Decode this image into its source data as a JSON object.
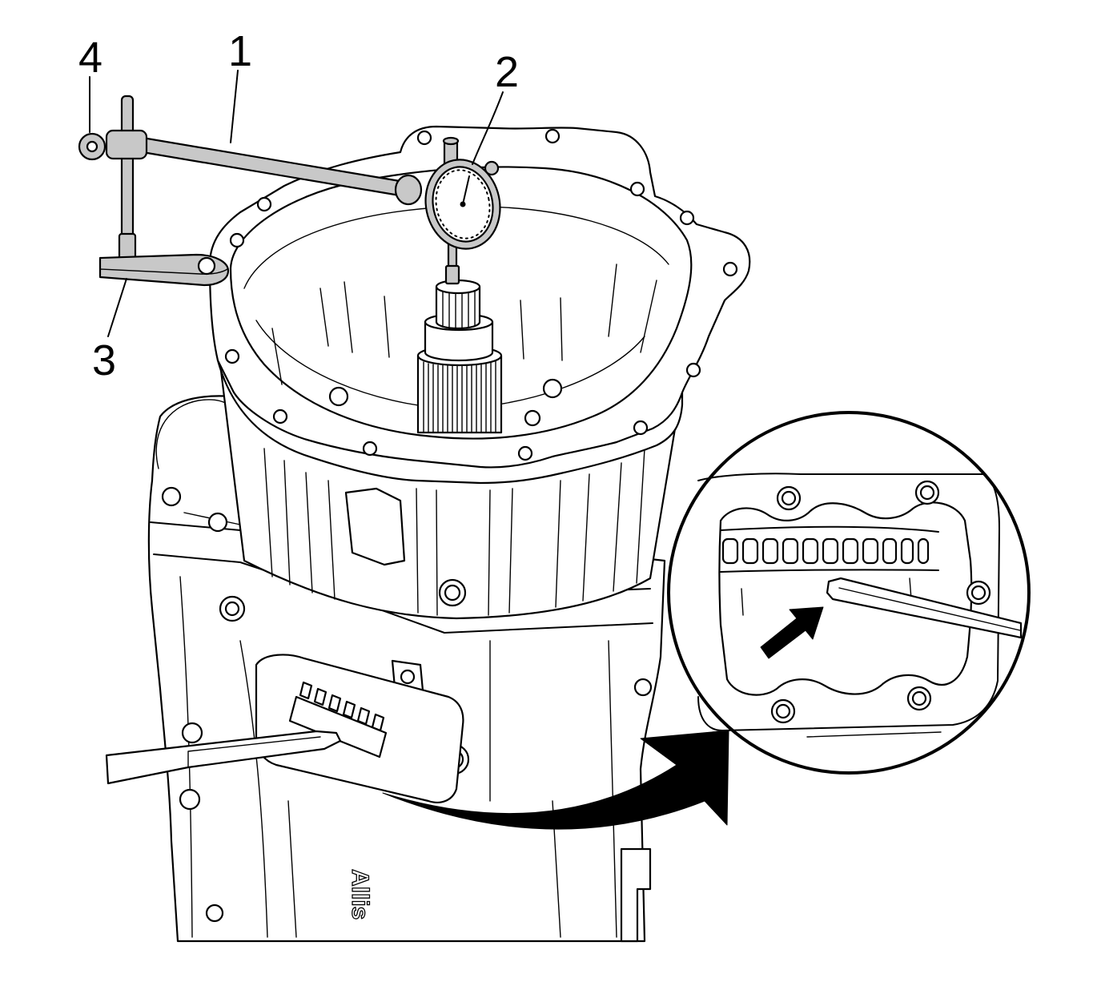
{
  "figure": {
    "callouts": [
      "4",
      "1",
      "2",
      "3"
    ],
    "casting_lettering": "Allis"
  },
  "colors": {
    "line": "#000000",
    "background": "#ffffff",
    "fixture_shading": "#c8c8c8",
    "arrow": "#000000"
  }
}
